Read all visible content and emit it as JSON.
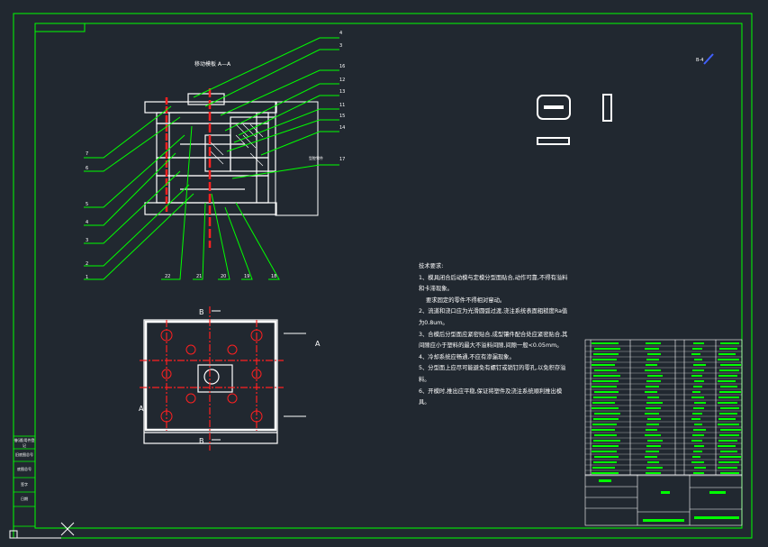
{
  "drawing": {
    "section_title": "移动模板 A—A",
    "corner_mark": "B-4",
    "section_a": "A",
    "section_b": "B",
    "inset_label": "型腔零件",
    "callouts_right": [
      "4",
      "3",
      "16",
      "12",
      "13",
      "11",
      "15",
      "14",
      "17"
    ],
    "callouts_left": [
      "7",
      "6",
      "5",
      "4",
      "3",
      "2",
      "1"
    ],
    "callouts_bottom": [
      "22",
      "21",
      "20",
      "19",
      "18"
    ],
    "notes_title": "技术要求:",
    "notes": [
      "1、模具闭合后动模与定模分型面贴合,动作可靠,不得有溢料和卡滞现象。",
      "要求固定的零件不得相对窜动。",
      "2、流道和浇口应为光滑圆弧过渡,浇注系统表面粗糙度Ra值为0.8um。",
      "3、合模后分型面应紧密贴合,成型镶件配合处应紧密贴合,其间隙应小于塑料的最大不溢料间隙,间隙一般<0.05mm。",
      "4、冷却系统应畅通,不应有渗漏现象。",
      "5、分型面上应尽可能避免有螺钉或销钉的零孔,以免积存溢料。",
      "6、开模时,推出应平稳,保证将塑件及浇注系统顺利推出模具。"
    ]
  },
  "side_table": [
    "借(通)用件登记",
    "旧底图总号",
    "底图总号",
    "签字",
    "日期"
  ],
  "colors": {
    "background": "#212830",
    "frame": "#00ff00",
    "geometry": "#ffffff",
    "centerline": "#ff2020",
    "leader": "#00ff00"
  }
}
